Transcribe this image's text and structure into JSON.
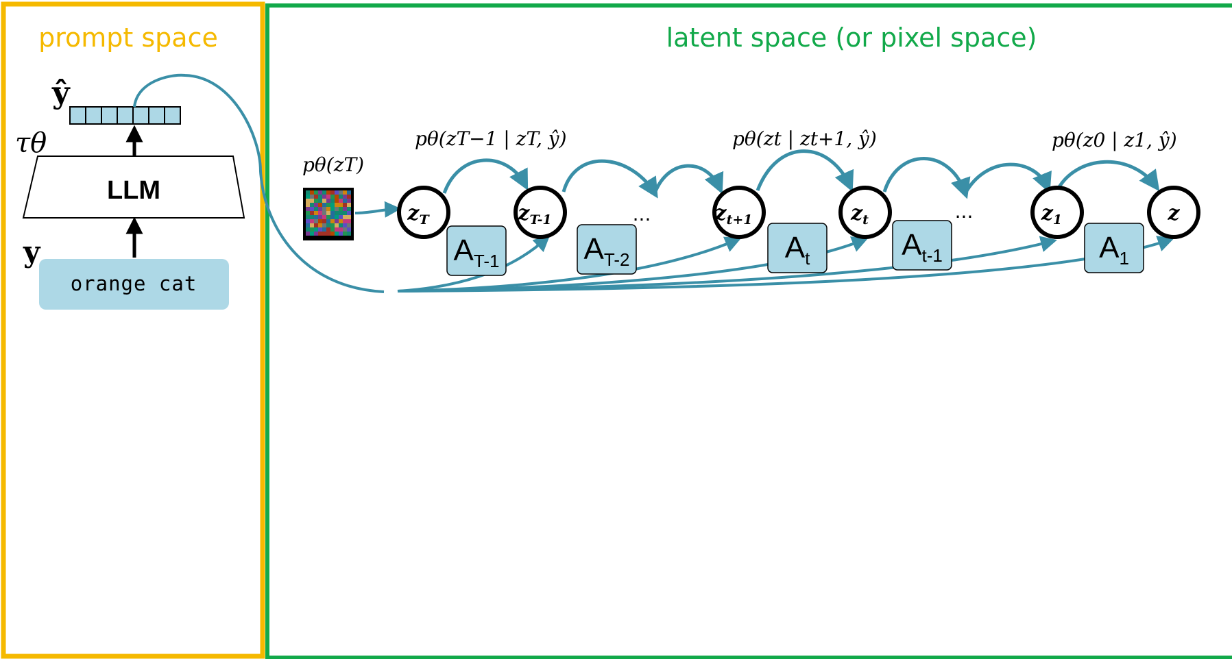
{
  "panels": {
    "prompt": {
      "title": "prompt space",
      "color": "#F5B900"
    },
    "latent": {
      "title": "latent space (or pixel space)",
      "color": "#12A94A"
    }
  },
  "colors": {
    "accent": "#3A8FA7",
    "box_fill": "#ADD8E6",
    "token_fill": "#ADD8E6",
    "node_stroke": "#000000"
  },
  "encoder": {
    "y_hat_label": "ŷ",
    "tau_label": "τθ",
    "llm_label": "LLM",
    "y_label": "y",
    "prompt_text": "orange cat",
    "token_count": 7
  },
  "prior": {
    "label": "pθ(zT)",
    "icon": "noise-image"
  },
  "nodes": [
    {
      "id": "zT",
      "main": "z",
      "sub": "T"
    },
    {
      "id": "zT-1",
      "main": "z",
      "sub": "T-1"
    },
    {
      "id": "zt+1",
      "main": "z",
      "sub": "t+1"
    },
    {
      "id": "zt",
      "main": "z",
      "sub": "t"
    },
    {
      "id": "z1",
      "main": "z",
      "sub": "1"
    },
    {
      "id": "z",
      "main": "z",
      "sub": ""
    }
  ],
  "ellipses": [
    "...",
    "..."
  ],
  "transitions": [
    {
      "label": "pθ(zT−1 | zT, ŷ)"
    },
    {
      "label": "pθ(zt | zt+1, ŷ)"
    },
    {
      "label": "pθ(z0 | z1, ŷ)"
    }
  ],
  "attention_boxes": [
    {
      "main": "A",
      "sub": "T-1"
    },
    {
      "main": "A",
      "sub": "T-2"
    },
    {
      "main": "A",
      "sub": "t"
    },
    {
      "main": "A",
      "sub": "t-1"
    },
    {
      "main": "A",
      "sub": "1"
    }
  ]
}
